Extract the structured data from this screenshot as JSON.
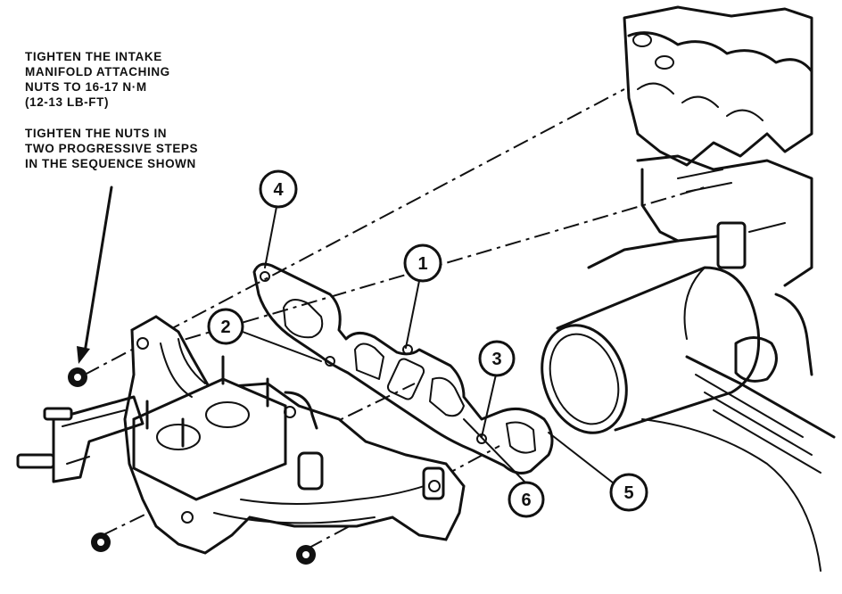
{
  "notes": {
    "torque_line1": "TIGHTEN THE INTAKE",
    "torque_line2": "MANIFOLD ATTACHING",
    "torque_line3": "NUTS TO 16-17 N·m",
    "torque_line4": "(12-13 LB-FT)",
    "sequence_line1": "TIGHTEN THE NUTS IN",
    "sequence_line2": "TWO PROGRESSIVE STEPS",
    "sequence_line3": "IN THE SEQUENCE SHOWN"
  },
  "callouts": {
    "c1": "1",
    "c2": "2",
    "c3": "3",
    "c4": "4",
    "c5": "5",
    "c6": "6"
  }
}
